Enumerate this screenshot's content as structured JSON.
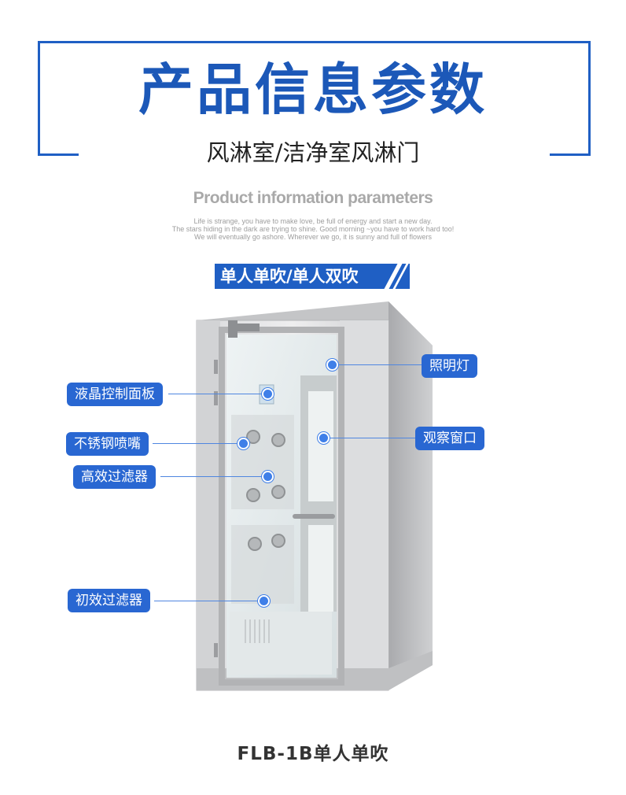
{
  "header": {
    "title": "产品信息参数",
    "subtitle": "风淋室/洁净室风淋门",
    "english_title": "Product information parameters",
    "english_lines": [
      "Life is strange, you have to make love, be full of energy and start a new day.",
      "The stars hiding in the dark are trying to shine. Good morning ~you have to work hard too!",
      "We will eventually go ashore. Wherever we go, it is sunny and full of flowers"
    ]
  },
  "tag": {
    "label": "单人单吹/单人双吹"
  },
  "callouts": {
    "lighting": "照明灯",
    "lcd_panel": "液晶控制面板",
    "observation_window": "观察窗口",
    "nozzle": "不锈钢喷嘴",
    "hepa_filter": "高效过滤器",
    "primary_filter": "初效过滤器"
  },
  "product": {
    "model": "FLB-1B单人单吹"
  },
  "colors": {
    "accent": "#1f5fc4",
    "label_bg": "#2967d2"
  }
}
